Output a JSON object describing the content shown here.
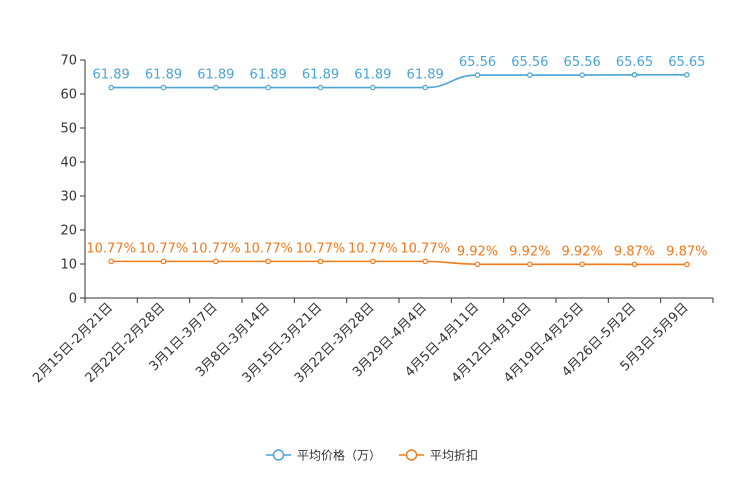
{
  "chart_data": {
    "type": "line",
    "categories": [
      "2月15日-2月21日",
      "2月22日-2月28日",
      "3月1日-3月7日",
      "3月8日-3月14日",
      "3月15日-3月21日",
      "3月22日-3月28日",
      "3月29日-4月4日",
      "4月5日-4月11日",
      "4月12日-4月18日",
      "4月19日-4月25日",
      "4月26日-5月2日",
      "5月3日-5月9日"
    ],
    "series": [
      {
        "name": "平均价格（万）",
        "color": "#4aa4d6",
        "values": [
          61.89,
          61.89,
          61.89,
          61.89,
          61.89,
          61.89,
          61.89,
          65.56,
          65.56,
          65.56,
          65.65,
          65.65
        ],
        "labels": [
          "61.89",
          "61.89",
          "61.89",
          "61.89",
          "61.89",
          "61.89",
          "61.89",
          "65.56",
          "65.56",
          "65.56",
          "65.65",
          "65.65"
        ]
      },
      {
        "name": "平均折扣",
        "color": "#f07a1c",
        "values": [
          10.77,
          10.77,
          10.77,
          10.77,
          10.77,
          10.77,
          10.77,
          9.92,
          9.92,
          9.92,
          9.87,
          9.87
        ],
        "labels": [
          "10.77%",
          "10.77%",
          "10.77%",
          "10.77%",
          "10.77%",
          "10.77%",
          "10.77%",
          "9.92%",
          "9.92%",
          "9.92%",
          "9.87%",
          "9.87%"
        ]
      }
    ],
    "yticks": [
      0,
      10,
      20,
      30,
      40,
      50,
      60,
      70
    ],
    "ylim": [
      0,
      70
    ],
    "grid": false,
    "legend_position": "bottom-center"
  }
}
